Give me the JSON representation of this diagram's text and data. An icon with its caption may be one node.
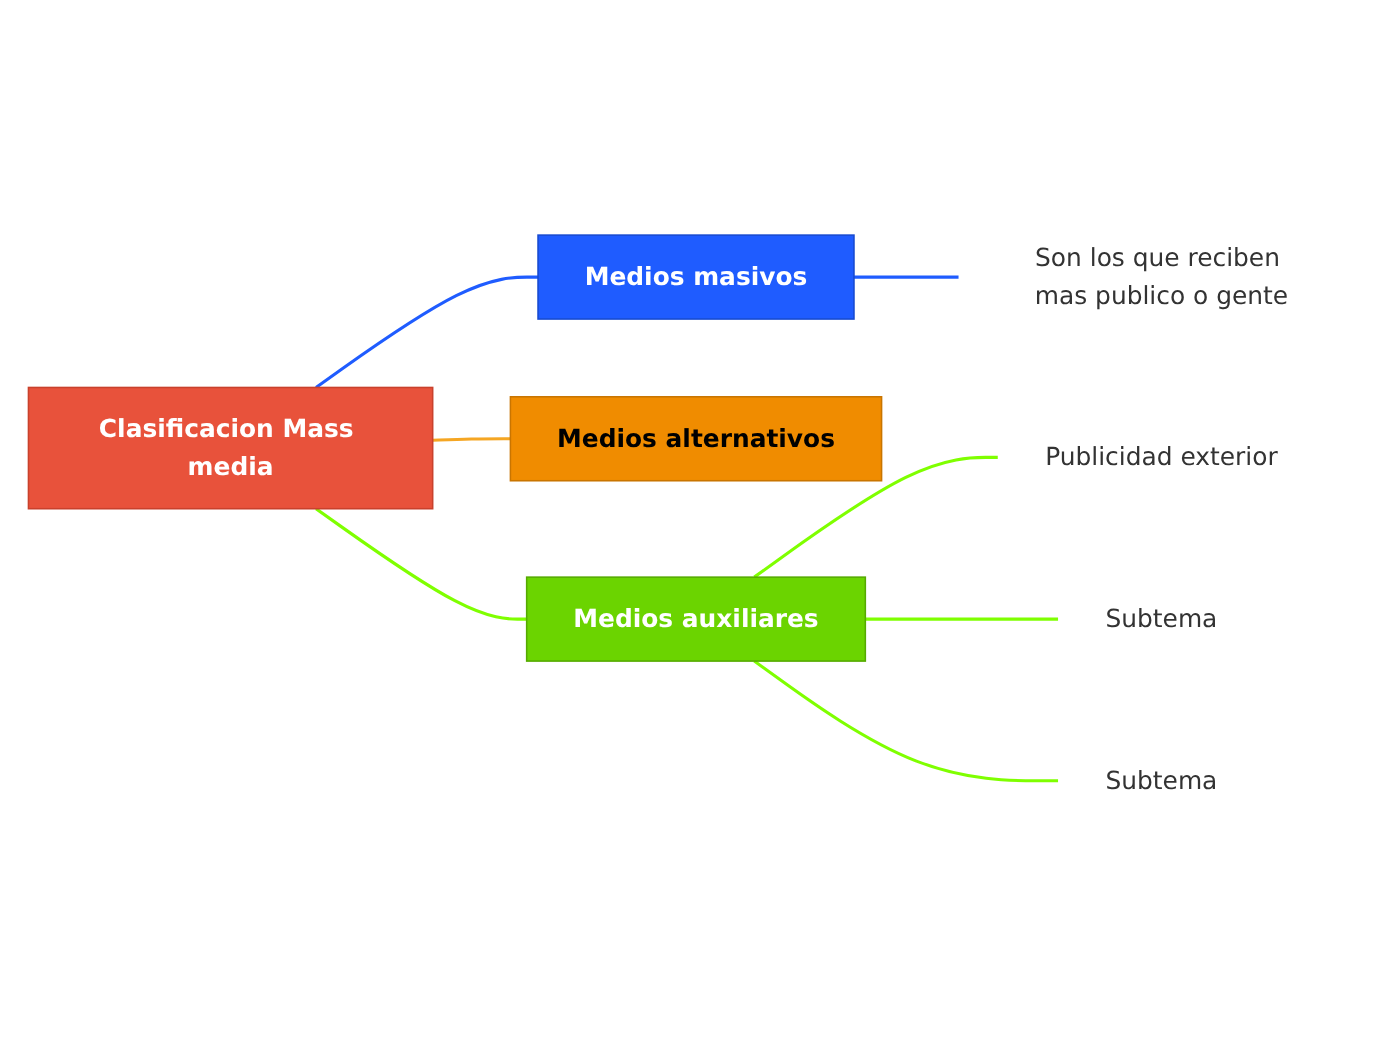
{
  "diagram": {
    "nodes": [
      {
        "text": [
          "Clasificacion Mass media"
        ]
      },
      {
        "text": [
          "Medios masivos"
        ]
      },
      {
        "text": [
          "Son los que reciben mas publico o gente"
        ]
      },
      {
        "text": [
          "Medios alternativos"
        ]
      },
      {
        "text": [
          "Medios auxiliares"
        ]
      },
      {
        "text": [
          "Publicidad exterior"
        ]
      },
      {
        "text": [
          "Subtema"
        ]
      },
      {
        "text": [
          "Subtema"
        ]
      }
    ],
    "edges": [
      {
        "from": 0,
        "to": 1,
        "arrow": "none",
        "color": "#1f5cff"
      },
      {
        "from": 1,
        "to": 2,
        "arrow": "none",
        "color": "#1f5cff"
      },
      {
        "from": 0,
        "to": 3,
        "arrow": "none",
        "color": "#f5a623"
      },
      {
        "from": 0,
        "to": 4,
        "arrow": "none",
        "color": "#7fff00"
      },
      {
        "from": 4,
        "to": 5,
        "arrow": "none",
        "color": "#7fff00"
      },
      {
        "from": 4,
        "to": 6,
        "arrow": "none",
        "color": "#7fff00"
      },
      {
        "from": 4,
        "to": 7,
        "arrow": "none",
        "color": "#7fff00"
      }
    ]
  }
}
